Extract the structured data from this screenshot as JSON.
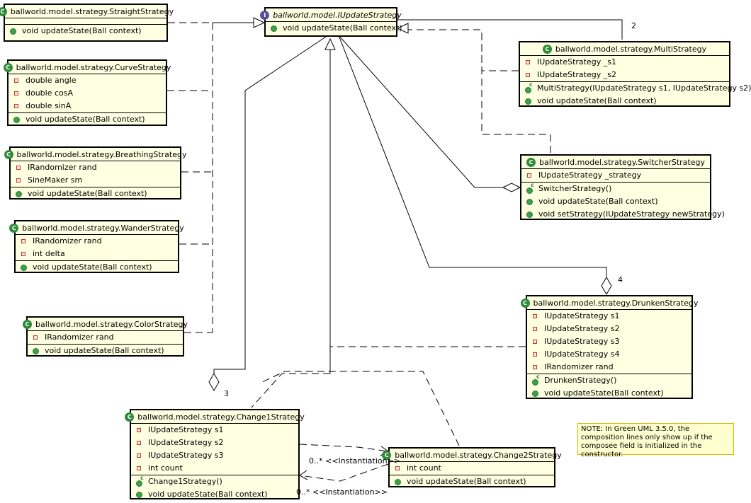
{
  "classes": {
    "straight": {
      "name": "ballworld.model.strategy.StraightStrategy",
      "type": "class",
      "fields": [],
      "methods": [
        {
          "text": "void updateState(Ball context)",
          "kind": "method"
        }
      ]
    },
    "iupdate": {
      "name": "ballworld.model.IUpdateStrategy",
      "type": "interface",
      "fields": [],
      "methods": [
        {
          "text": "void updateState(Ball context)",
          "kind": "method"
        }
      ]
    },
    "curve": {
      "name": "ballworld.model.strategy.CurveStrategy",
      "type": "class",
      "fields": [
        "double angle",
        "double cosA",
        "double sinA"
      ],
      "methods": [
        {
          "text": "void updateState(Ball context)",
          "kind": "method"
        }
      ]
    },
    "breathing": {
      "name": "ballworld.model.strategy.BreathingStrategy",
      "type": "class",
      "fields": [
        "IRandomizer rand",
        "SineMaker sm"
      ],
      "methods": [
        {
          "text": "void updateState(Ball context)",
          "kind": "method"
        }
      ]
    },
    "wander": {
      "name": "ballworld.model.strategy.WanderStrategy",
      "type": "class",
      "fields": [
        "IRandomizer rand",
        "int delta"
      ],
      "methods": [
        {
          "text": "void updateState(Ball context)",
          "kind": "method"
        }
      ]
    },
    "color": {
      "name": "ballworld.model.strategy.ColorStrategy",
      "type": "class",
      "fields": [
        "IRandomizer rand"
      ],
      "methods": [
        {
          "text": "void updateState(Ball context)",
          "kind": "method"
        }
      ]
    },
    "multi": {
      "name": "ballworld.model.strategy.MultiStrategy",
      "type": "class",
      "fields": [
        "IUpdateStrategy _s1",
        "IUpdateStrategy _s2"
      ],
      "methods": [
        {
          "text": "MultiStrategy(IUpdateStrategy s1, IUpdateStrategy s2)",
          "kind": "ctor"
        },
        {
          "text": "void updateState(Ball context)",
          "kind": "method"
        }
      ]
    },
    "switcher": {
      "name": "ballworld.model.strategy.SwitcherStrategy",
      "type": "class",
      "fields": [
        "IUpdateStrategy _strategy"
      ],
      "methods": [
        {
          "text": "SwitcherStrategy()",
          "kind": "ctor"
        },
        {
          "text": "void updateState(Ball context)",
          "kind": "method"
        },
        {
          "text": "void setStrategy(IUpdateStrategy newStrategy)",
          "kind": "method"
        }
      ]
    },
    "drunken": {
      "name": "ballworld.model.strategy.DrunkenStrategy",
      "type": "class",
      "fields": [
        "IUpdateStrategy s1",
        "IUpdateStrategy s2",
        "IUpdateStrategy s3",
        "IUpdateStrategy s4",
        "IRandomizer rand"
      ],
      "methods": [
        {
          "text": "DrunkenStrategy()",
          "kind": "ctor"
        },
        {
          "text": "void updateState(Ball context)",
          "kind": "method"
        }
      ]
    },
    "change1": {
      "name": "ballworld.model.strategy.Change1Strategy",
      "type": "class",
      "fields": [
        "IUpdateStrategy s1",
        "IUpdateStrategy s2",
        "IUpdateStrategy s3",
        "int count"
      ],
      "methods": [
        {
          "text": "Change1Strategy()",
          "kind": "ctor"
        },
        {
          "text": "void updateState(Ball context)",
          "kind": "method"
        }
      ]
    },
    "change2": {
      "name": "ballworld.model.strategy.Change2Strategy",
      "type": "class",
      "fields": [
        "int count"
      ],
      "methods": [
        {
          "text": "void updateState(Ball context)",
          "kind": "method"
        }
      ]
    }
  },
  "multiplicities": {
    "multi": "2",
    "drunken": "4",
    "change1": "3"
  },
  "instantiation": {
    "top": "0..* <<Instantiation>>",
    "bottom": "0..* <<Instantiation>>"
  },
  "note": "NOTE:  In Green UML 3.5.0, the composition lines only show up if the composee field is initialized in the constructor.",
  "colors": {
    "box_fill": "#ffffe1",
    "class_icon": "#2e8b3a",
    "interface_icon": "#5b4ea5",
    "field_marker": "#c0392b",
    "method_marker": "#3aa14a",
    "note_border": "#e0b800"
  }
}
